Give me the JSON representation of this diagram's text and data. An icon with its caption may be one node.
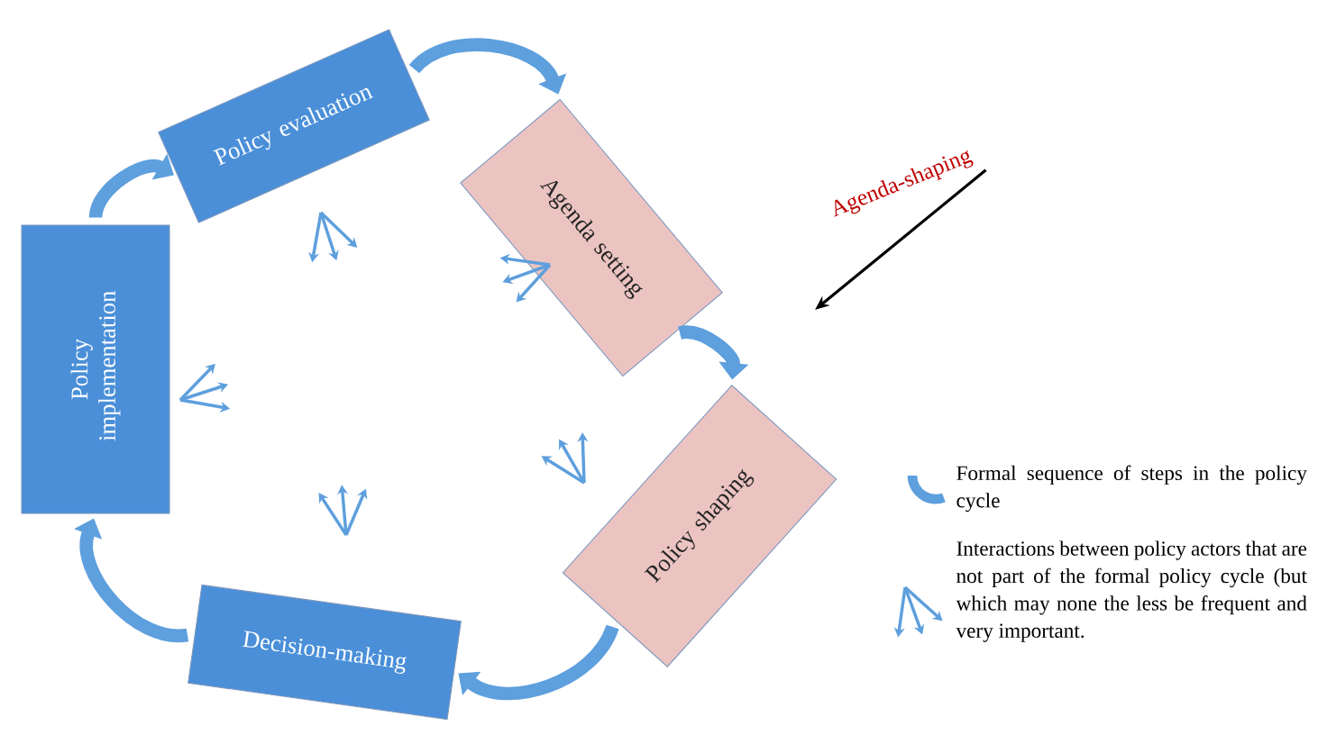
{
  "diagram": {
    "nodes": [
      {
        "text": [
          "Policy evaluation"
        ]
      },
      {
        "text": [
          "Agenda setting"
        ]
      },
      {
        "text": [
          "Policy shaping"
        ]
      },
      {
        "text": [
          "Decision-making"
        ]
      },
      {
        "text": [
          "Policy implementation"
        ]
      },
      {
        "text": [
          "Agenda-shaping"
        ]
      }
    ],
    "edges": [
      {
        "from": 0,
        "to": 1,
        "arrow": "to"
      },
      {
        "from": 1,
        "to": 2,
        "arrow": "to"
      },
      {
        "from": 2,
        "to": 3,
        "arrow": "to"
      },
      {
        "from": 3,
        "to": 4,
        "arrow": "to"
      },
      {
        "from": 4,
        "to": 0,
        "arrow": "to"
      },
      {
        "from": 5,
        "to": null,
        "arrow": "to",
        "color": "#000000"
      }
    ],
    "legend": [
      {
        "text": "Formal sequence of steps in the policy cycle"
      },
      {
        "text": "Interactions between policy actors that are not part of the formal policy cycle (but which may none the less be frequent and very important."
      }
    ]
  }
}
